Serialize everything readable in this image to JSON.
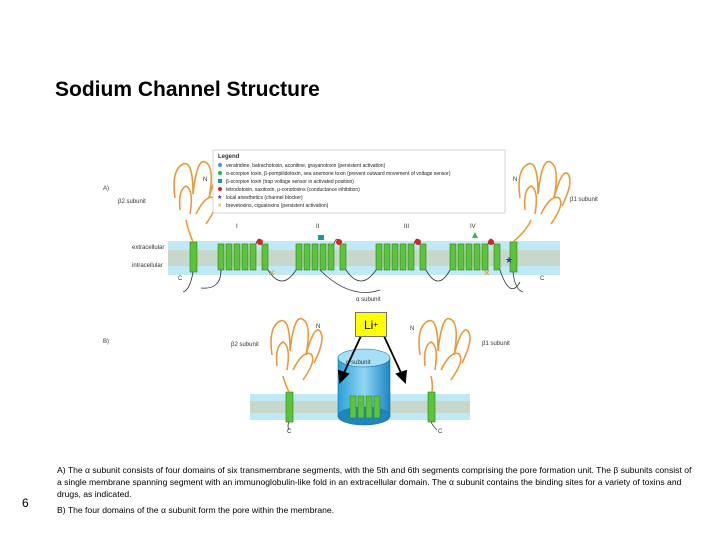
{
  "title": "Sodium Channel Structure",
  "slide_number": "6",
  "ion_label": "Li",
  "ion_charge": "+",
  "caption": {
    "line_a": "A) The α subunit consists of four domains of six transmembrane segments, with the 5th and 6th segments comprising the pore formation unit. The β subunits consist of a single membrane spanning segment with an immunoglobulin-like fold in an extracellular domain. The α subunit contains the binding sites for a variety of toxins and drugs, as indicated.",
    "line_b": "B) The four domains of the α subunit form the pore within the membrane."
  },
  "diagram": {
    "panel_a": "A)",
    "panel_b": "B)",
    "extracellular": "extracellular",
    "intracellular": "intracellular",
    "beta2_subunit": "β2 subunit",
    "beta1_subunit": "β1 subunit",
    "alpha_subunit": "α subunit",
    "domains": [
      "I",
      "II",
      "III",
      "IV"
    ],
    "n_label": "N",
    "c_label": "C",
    "legend_title": "Legend",
    "legend_items": [
      {
        "text": "veratridine, batrachotoxin, aconitine, grayanotoxin (persistent activation)",
        "color": "#3aa0d8"
      },
      {
        "text": "α-scorpion toxin, β-pompilidotoxin, sea anemone toxin (prevent outward movement of voltage sensor)",
        "color": "#2fb84a"
      },
      {
        "text": "β-scorpion toxin (trap voltage sensor in activated position)",
        "color": "#1a9a9a"
      },
      {
        "text": "tetrodotoxin, saxitoxin, μ-conotoxins (conductance inhibition)",
        "color": "#e02020"
      },
      {
        "text": "local anesthetics (channel blocker)",
        "color": "#2a3aa8"
      },
      {
        "text": "brevetoxins, ciguatoxins (persistent activation)",
        "color": "#e8a020"
      }
    ]
  }
}
